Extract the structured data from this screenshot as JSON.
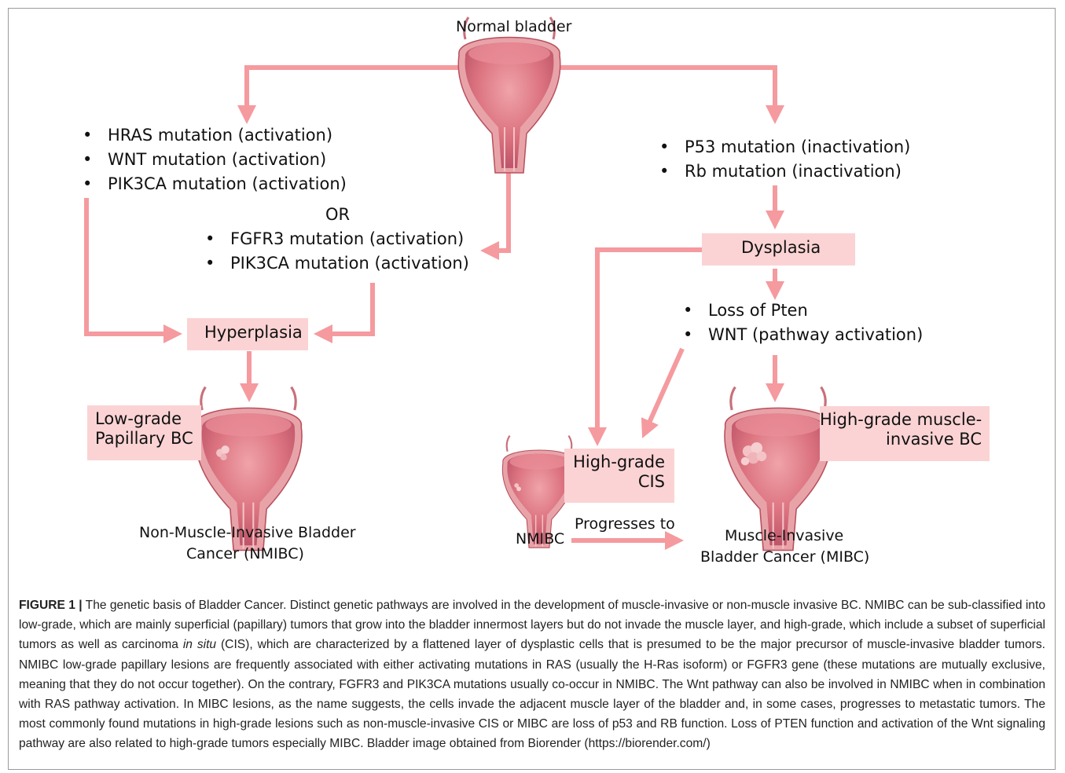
{
  "diagram": {
    "top_label": "Normal bladder",
    "left_mutations": [
      "HRAS mutation (activation)",
      "WNT mutation (activation)",
      "PIK3CA mutation (activation)"
    ],
    "or_label": "OR",
    "alt_mutations": [
      "FGFR3 mutation (activation)",
      "PIK3CA mutation (activation)"
    ],
    "hyperplasia": "Hyperplasia",
    "low_grade_line1": "Low-grade",
    "low_grade_line2": "Papillary BC",
    "nmibc_full_line1": "Non-Muscle-Invasive Bladder",
    "nmibc_full_line2": "Cancer (NMIBC)",
    "right_mutations": [
      "P53 mutation (inactivation)",
      "Rb mutation (inactivation)"
    ],
    "dysplasia": "Dysplasia",
    "dysplasia_mutations": [
      "Loss of Pten",
      "WNT (pathway activation)"
    ],
    "cis_line1": "High-grade",
    "cis_line2": "CIS",
    "nmibc_short": "NMIBC",
    "progresses": "Progresses to",
    "mibc_box_line1": "High-grade muscle-",
    "mibc_box_line2": "invasive BC",
    "mibc_full_line1": "Muscle-Invasive",
    "mibc_full_line2": "Bladder Cancer (MIBC)"
  },
  "colors": {
    "arrow": "#f59a9e",
    "box": "#fbd3d4",
    "bladder": "#d9707a",
    "bladder_edge": "#b8505c"
  },
  "caption": {
    "label": "FIGURE 1 |",
    "part1": " The genetic basis of Bladder Cancer. Distinct genetic pathways are involved in the development of muscle-invasive or non-muscle invasive BC. NMIBC can be sub-classified into low-grade, which are mainly superficial (papillary) tumors that grow into the bladder innermost layers but do not invade the muscle layer, and high-grade, which include a subset of superficial tumors as well as carcinoma ",
    "italic": "in situ",
    "part2": " (CIS), which are characterized by a flattened layer of dysplastic cells that is presumed to be the major precursor of muscle-invasive bladder tumors. NMIBC low-grade papillary lesions are frequently associated with either activating mutations in RAS (usually the H-Ras isoform) or FGFR3 gene (these mutations are mutually exclusive, meaning that they do not occur together). On the contrary, FGFR3 and PIK3CA mutations usually co-occur in NMIBC. The Wnt pathway can also be involved in NMIBC when in combination with RAS pathway activation. In MIBC lesions, as the name suggests, the cells invade the adjacent muscle layer of the bladder and, in some cases, progresses to metastatic tumors. The most commonly found mutations in high-grade lesions such as non-muscle-invasive CIS or MIBC are loss of p53 and RB function. Loss of PTEN function and activation of the Wnt signaling pathway are also related to high-grade tumors especially MIBC. Bladder image obtained from Biorender (https://biorender.com/)"
  }
}
